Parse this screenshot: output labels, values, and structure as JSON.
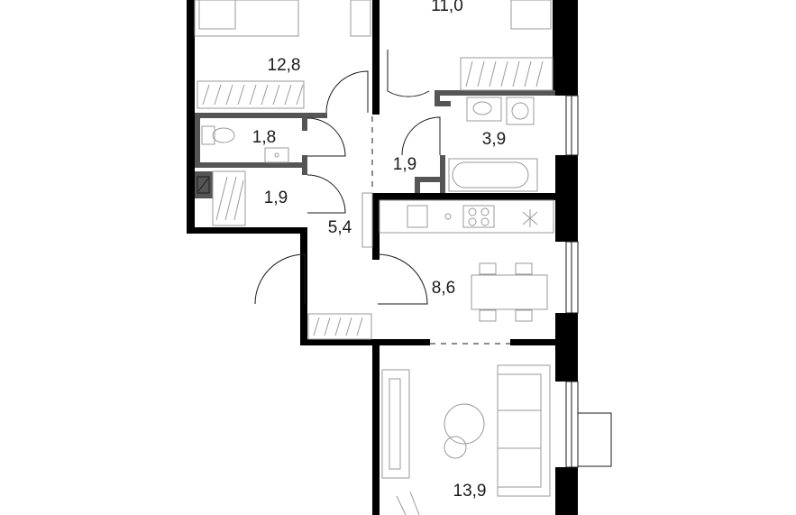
{
  "plan": {
    "rooms": [
      {
        "id": "bedroom-1",
        "area": "12,8"
      },
      {
        "id": "bedroom-2",
        "area": "11,0"
      },
      {
        "id": "toilet",
        "area": "1,8"
      },
      {
        "id": "storage",
        "area": "1,9"
      },
      {
        "id": "corridor-small",
        "area": "1,9"
      },
      {
        "id": "bathroom",
        "area": "3,9"
      },
      {
        "id": "hallway",
        "area": "5,4"
      },
      {
        "id": "kitchen",
        "area": "8,6"
      },
      {
        "id": "living-room",
        "area": "13,9"
      }
    ],
    "colors": {
      "wall": "#000000",
      "partition": "#555555",
      "line": "#1a1a1a",
      "furniture": "#9a9a9a",
      "background": "#ffffff"
    }
  }
}
